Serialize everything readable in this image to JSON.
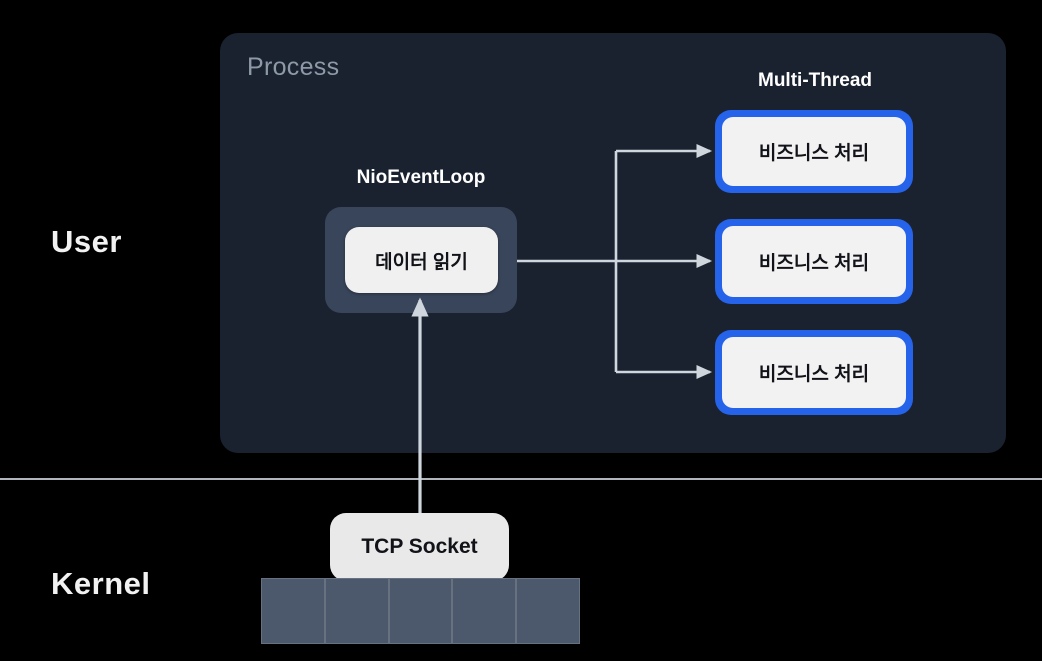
{
  "zones": {
    "user_label": "User",
    "kernel_label": "Kernel"
  },
  "process": {
    "label": "Process"
  },
  "event_loop": {
    "caption": "NioEventLoop",
    "box_label": "데이터 읽기"
  },
  "multi_thread": {
    "caption": "Multi-Thread",
    "threads": [
      {
        "label": "비즈니스 처리"
      },
      {
        "label": "비즈니스 처리"
      },
      {
        "label": "비즈니스 처리"
      }
    ]
  },
  "socket": {
    "label": "TCP Socket"
  },
  "kernel_buffer": {
    "cells": [
      "",
      "",
      "",
      "",
      ""
    ]
  },
  "colors": {
    "background": "#000000",
    "process_panel": "#1a2230",
    "process_label": "#8e99a8",
    "event_loop_container": "#39455a",
    "thread_border_blue": "#2563eb",
    "box_fill": "#f0f0f0",
    "buffer_cell": "#4c586b",
    "arrow": "#cfd6dd",
    "text_light": "#ffffff",
    "text_dark": "#111318"
  }
}
